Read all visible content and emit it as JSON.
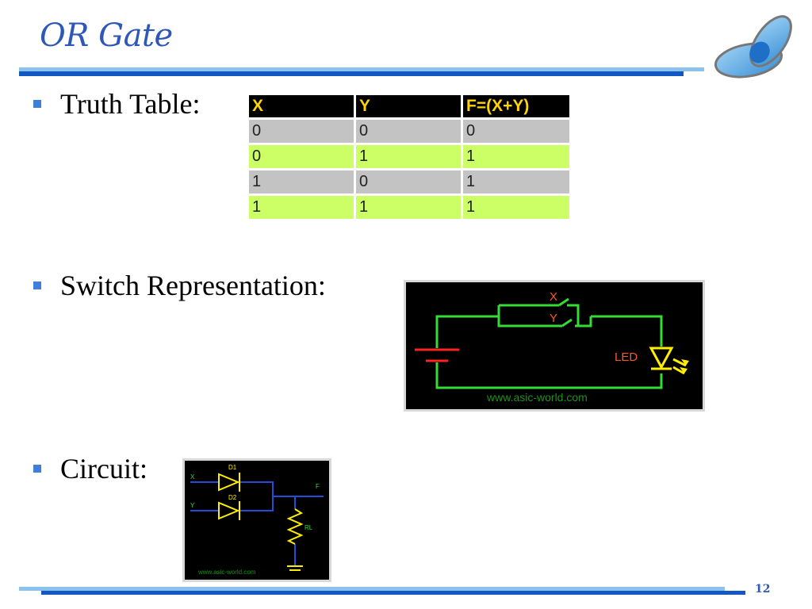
{
  "slide": {
    "title": "OR Gate",
    "page_number": "12"
  },
  "bullets": [
    {
      "label": "Truth Table:"
    },
    {
      "label": "Switch Representation:"
    },
    {
      "label": "Circuit:"
    }
  ],
  "truth_table": {
    "headers": [
      "X",
      "Y",
      "F=(X+Y)"
    ],
    "rows": [
      [
        "0",
        "0",
        "0"
      ],
      [
        "0",
        "1",
        "1"
      ],
      [
        "1",
        "0",
        "1"
      ],
      [
        "1",
        "1",
        "1"
      ]
    ]
  },
  "switch_diagram": {
    "label_x": "X",
    "label_y": "Y",
    "label_led": "LED",
    "watermark": "www.asic-world.com"
  },
  "circuit_diagram": {
    "label_d1": "D1",
    "label_d2": "D2",
    "label_x": "X",
    "label_y": "Y",
    "label_f": "F",
    "label_rl": "RL",
    "watermark": "www.asic-world.com"
  },
  "colors": {
    "title": "#2f57b8",
    "bullet": "#3f7fd9",
    "header_text": "#ffd400",
    "row_gray": "#c3c3c3",
    "row_green": "#ccff66"
  }
}
